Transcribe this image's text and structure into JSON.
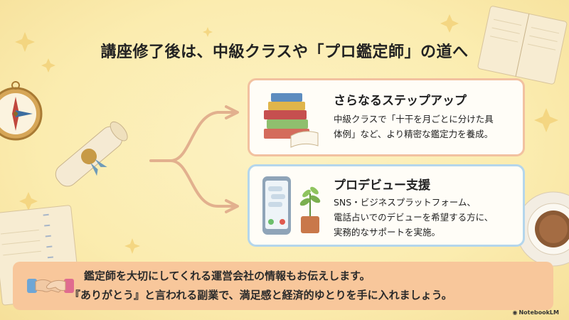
{
  "title": "講座修了後は、中級クラスや「プロ鑑定師」の道へ",
  "cards": [
    {
      "title": "さらなるステップアップ",
      "body_line1": "中級クラスで「十干を月ごとに分けた具",
      "body_line2": "体例」など、より精密な鑑定力を養成。",
      "icon": "books-icon",
      "border_color": "#f2c1a0"
    },
    {
      "title": "プロデビュー支援",
      "body_line1": "SNS・ビジネスプラットフォーム、",
      "body_line2": "電話占いでのデビューを希望する方に、",
      "body_line3": "実務的なサポートを実施。",
      "icon": "smartphone-plant-icon",
      "border_color": "#b4d6ec"
    }
  ],
  "banner": {
    "line1": "鑑定師を大切にしてくれる運営会社の情報もお伝えします。",
    "line2": "『ありがとう』と言われる副業で、満足感と経済的ゆとりを手に入れましょう。",
    "icon": "handshake-icon"
  },
  "brand": "NotebookLM",
  "colors": {
    "background": "#fbeeb3",
    "arrow": "#e2b08e",
    "banner": "#f8c79b"
  }
}
